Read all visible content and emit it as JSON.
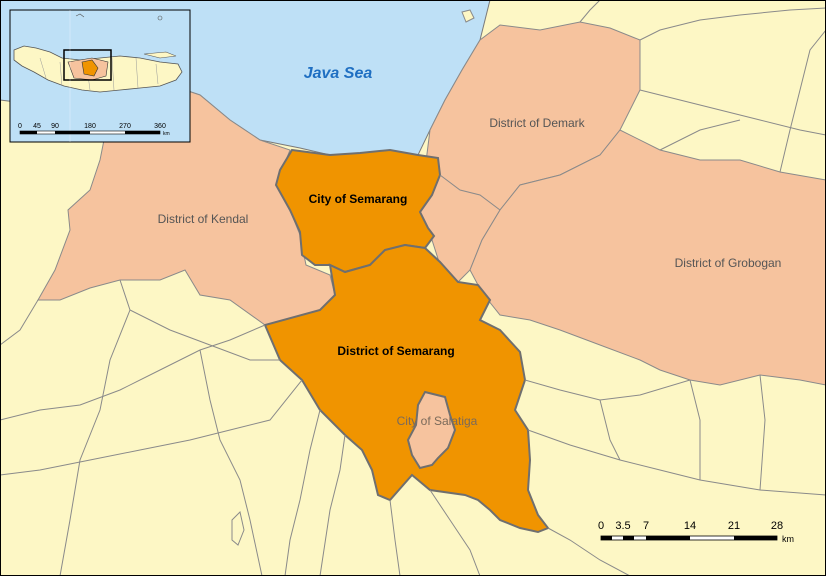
{
  "map": {
    "sea_label": "Java Sea",
    "regions": {
      "demark": "District of Demark",
      "kendal": "District of Kendal",
      "grobogan": "District of Grobogan",
      "city_semarang": "City of Semarang",
      "district_semarang": "District of Semarang",
      "salatiga": "City of Salatiga"
    },
    "colors": {
      "sea": "#bee0f6",
      "land": "#fdf7c5",
      "neighbor": "#f6c39e",
      "highlight": "#f09400",
      "border": "#7a7a7a",
      "sea_text": "#1f6fc2"
    }
  },
  "scale_bar": {
    "ticks": [
      "0",
      "3.5",
      "7",
      "14",
      "21",
      "28"
    ],
    "unit": "km"
  },
  "inset": {
    "ticks": [
      "0",
      "45",
      "90",
      "180",
      "270",
      "360"
    ],
    "unit": "km"
  }
}
